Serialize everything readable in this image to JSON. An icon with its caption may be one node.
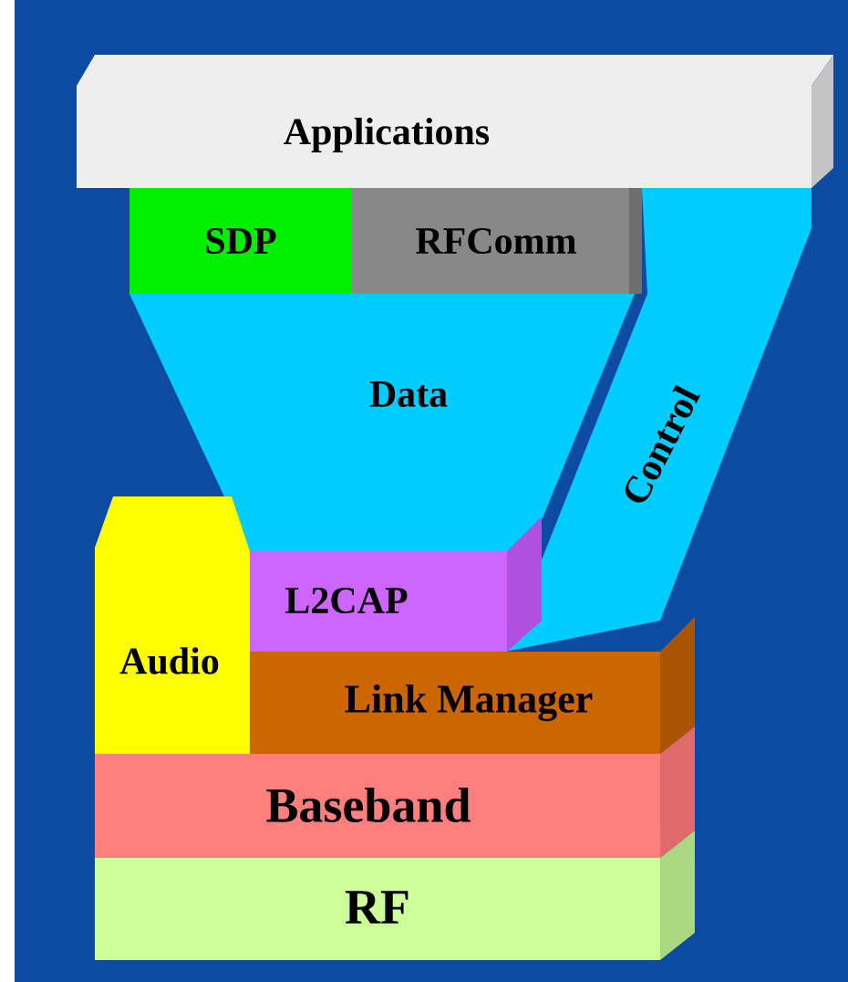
{
  "diagram": {
    "nodes": [
      {
        "text": [
          "Applications"
        ]
      },
      {
        "text": [
          "SDP"
        ]
      },
      {
        "text": [
          "RFComm"
        ]
      },
      {
        "text": [
          "Data"
        ]
      },
      {
        "text": [
          "Control"
        ]
      },
      {
        "text": [
          "L2CAP"
        ]
      },
      {
        "text": [
          "Audio"
        ]
      },
      {
        "text": [
          "Link Manager"
        ]
      },
      {
        "text": [
          "Baseband"
        ]
      },
      {
        "text": [
          "RF"
        ]
      }
    ]
  }
}
